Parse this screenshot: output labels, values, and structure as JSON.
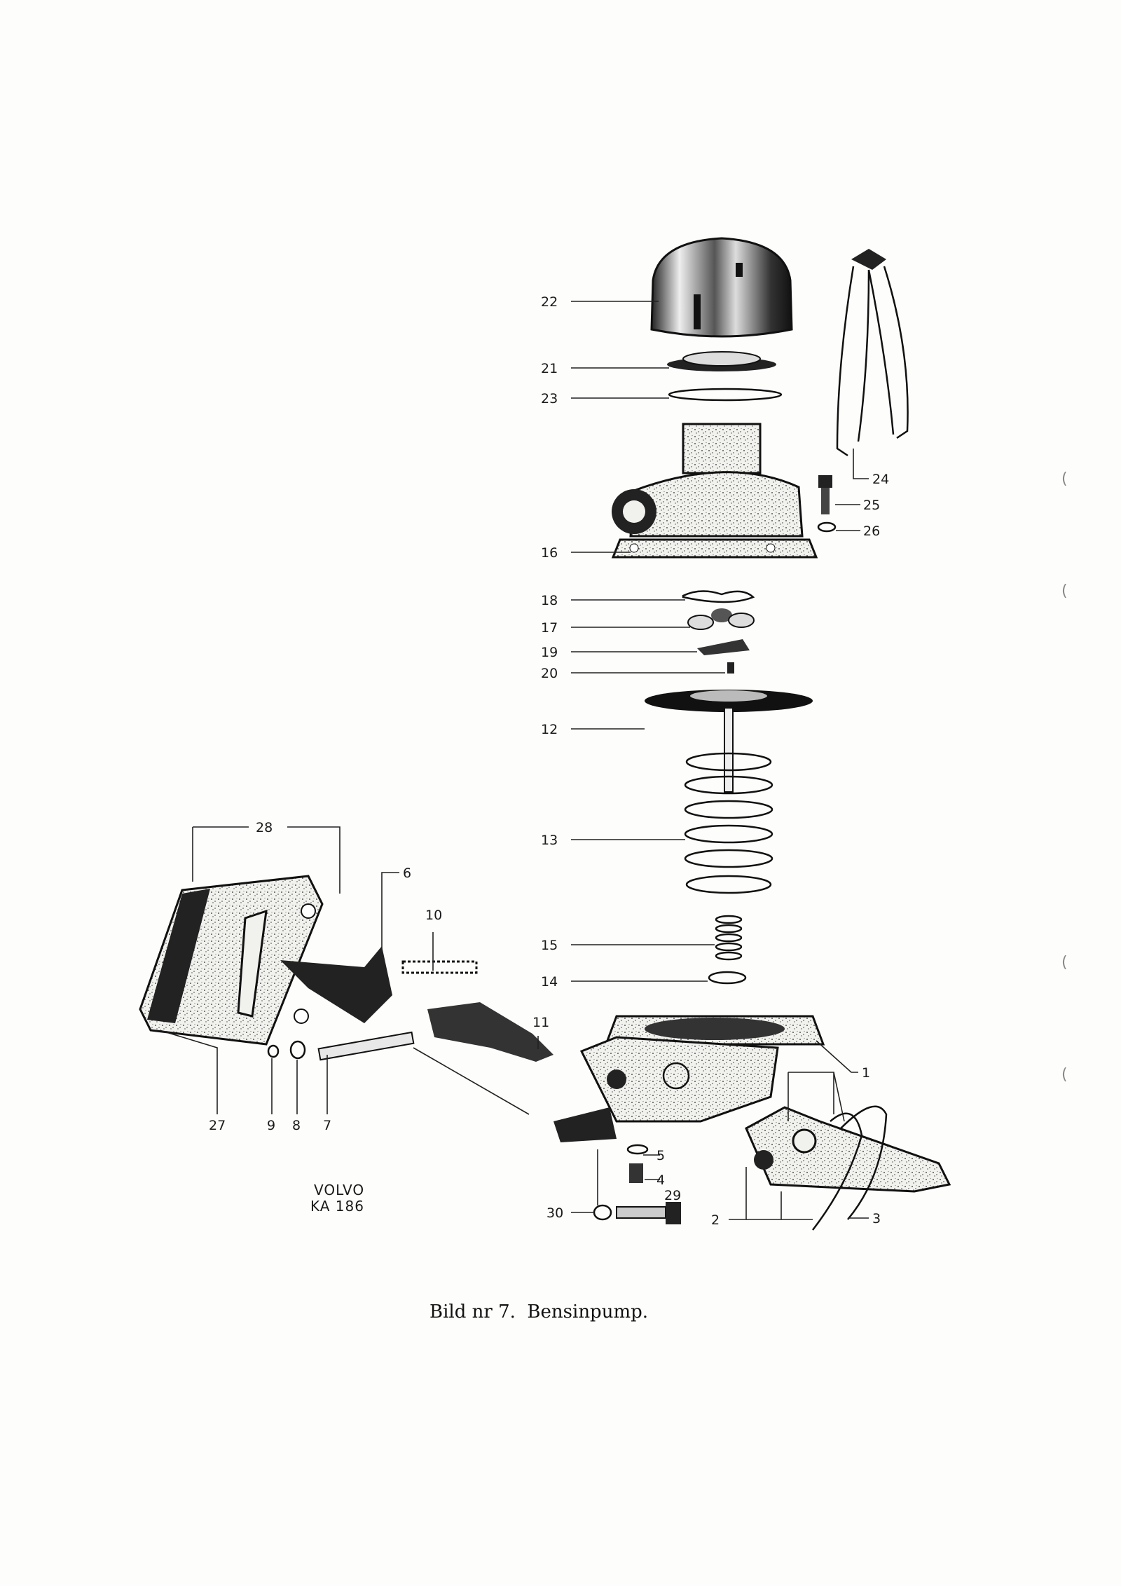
{
  "callouts": {
    "n1": "1",
    "n2": "2",
    "n3": "3",
    "n4": "4",
    "n5": "5",
    "n6": "6",
    "n7": "7",
    "n8": "8",
    "n9": "9",
    "n10": "10",
    "n11": "11",
    "n12": "12",
    "n13": "13",
    "n14": "14",
    "n15": "15",
    "n16": "16",
    "n17": "17",
    "n18": "18",
    "n19": "19",
    "n20": "20",
    "n21": "21",
    "n22": "22",
    "n23": "23",
    "n24": "24",
    "n25": "25",
    "n26": "26",
    "n27": "27",
    "n28": "28",
    "n29": "29",
    "n30": "30"
  },
  "stamp": {
    "line1": "VOLVO",
    "line2": "KA 186"
  },
  "caption": "Bild nr 7.  Bensinpump.",
  "edge_marks": [
    "(",
    "(",
    "(",
    "("
  ]
}
